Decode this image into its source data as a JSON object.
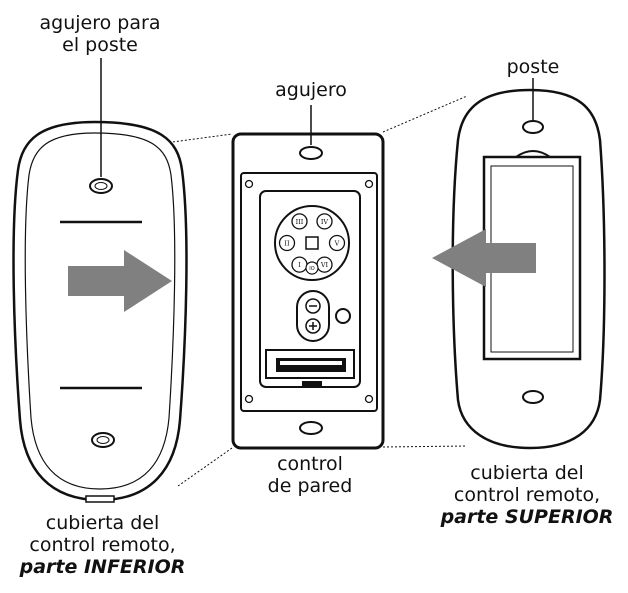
{
  "labels": {
    "hole_for_post": [
      "agujero para",
      "el poste"
    ],
    "hole": "agujero",
    "post": "poste",
    "wall_control": [
      "control",
      "de pared"
    ],
    "bottom_cover": {
      "lines": [
        "cubierta del",
        "control remoto,"
      ],
      "emphasis": "parte INFERIOR"
    },
    "top_cover": {
      "lines": [
        "cubierta del",
        "control remoto,"
      ],
      "emphasis": "parte SUPERIOR"
    }
  },
  "keypad": {
    "ring_buttons": [
      "IV",
      "V",
      "VI",
      "I",
      "II",
      "III"
    ],
    "center_symbol": "□",
    "small_button": "IO",
    "rocker_buttons": [
      "⊖",
      "⊕"
    ]
  },
  "colors": {
    "outline": "#111111",
    "arrow": "#808080",
    "shade": "#d9d9d9",
    "background": "#ffffff"
  }
}
